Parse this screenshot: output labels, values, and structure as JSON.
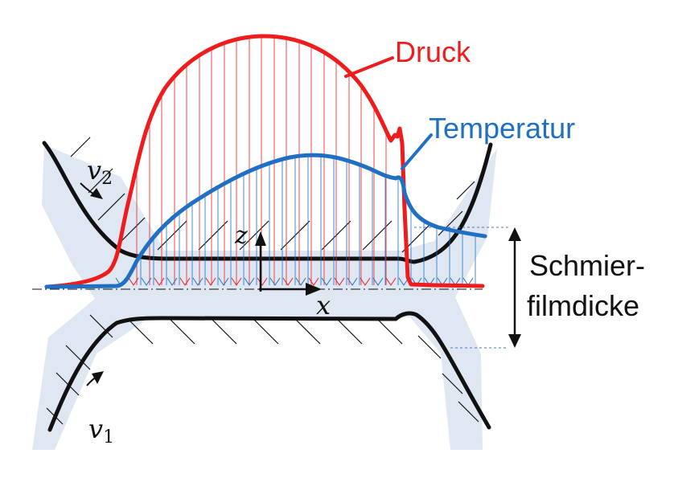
{
  "labels": {
    "pressure": "Druck",
    "temperature": "Temperatur",
    "film_thickness_line1": "Schmier-",
    "film_thickness_line2": "filmdicke",
    "axis_z": "z",
    "axis_x": "x",
    "velocity_upper": "v",
    "velocity_upper_sub": "2",
    "velocity_lower": "v",
    "velocity_lower_sub": "1"
  },
  "colors": {
    "pressure": "#ee1c1c",
    "temperature": "#1f6fc5",
    "outline": "#111111",
    "lubricant": "#dfe8f2",
    "guide": "#4a78c4",
    "text": "#111111"
  }
}
